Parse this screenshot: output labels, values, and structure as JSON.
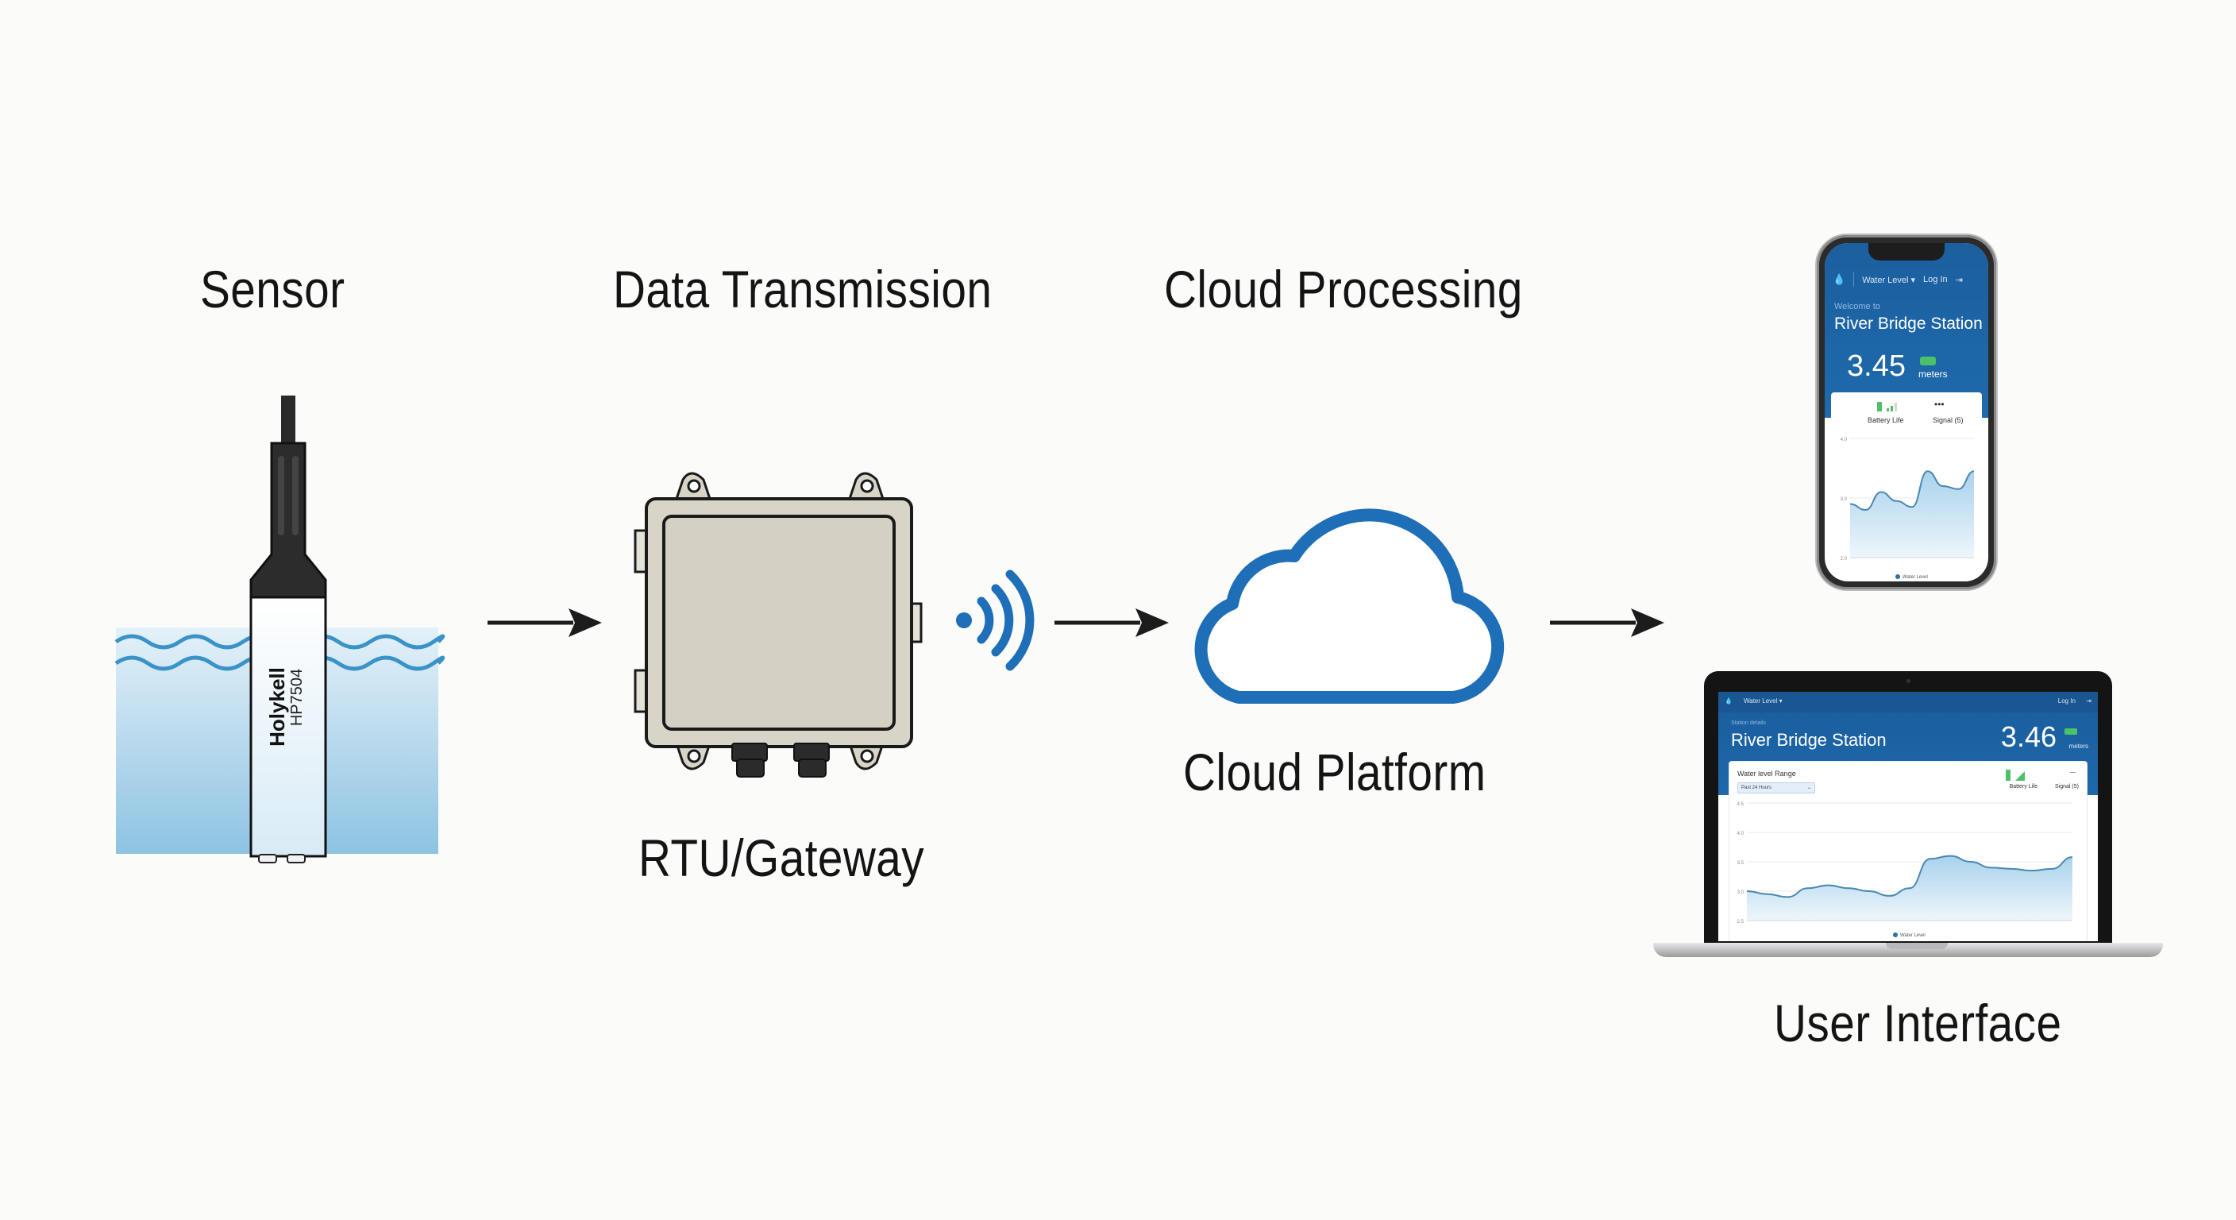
{
  "stages": {
    "sensor": {
      "title": "Sensor",
      "brand": "Holykell",
      "model": "HP7504"
    },
    "transmission": {
      "title": "Data Transmission",
      "device_label": "RTU/Gateway",
      "signal_icon": "wireless-signal-icon"
    },
    "cloud": {
      "title": "Cloud Processing",
      "platform_label": "Cloud Platform",
      "icon": "cloud-icon"
    },
    "ui": {
      "title": "User Interface"
    }
  },
  "colors": {
    "accent_blue": "#1e6fb8",
    "water_light": "#cfe6f3",
    "water_dark": "#8dc3e2",
    "wave": "#3a93c6",
    "arrow": "#1c1c1c",
    "enclosure": "#d8d4c8",
    "app_header": "#1d65a8",
    "battery_green": "#4cc16a"
  },
  "phone_app": {
    "nav_menu": "Water Level ▾",
    "nav_login": "Log In",
    "welcome": "Welcome to",
    "station": "River Bridge Station",
    "value": "3.45",
    "unit": "meters",
    "battery_label": "Battery Life",
    "signal_label": "Signal (5)",
    "legend": "Water Level"
  },
  "laptop_app": {
    "nav_menu": "Water Level ▾",
    "nav_login": "Log In",
    "subtitle": "Station details",
    "station": "River Bridge Station",
    "value": "3.46",
    "unit": "meters",
    "card_title": "Water level Range",
    "select_value": "Past 24 Hours",
    "battery_label": "Battery Life",
    "signal_label": "Signal (5)",
    "legend": "Water Level"
  },
  "chart_data": [
    {
      "type": "area",
      "title": "Water Level (phone)",
      "xlabel": "",
      "ylabel": "",
      "x": [
        0,
        1,
        2,
        3,
        4,
        5,
        6,
        7,
        8
      ],
      "values": [
        2.9,
        2.8,
        3.1,
        2.95,
        2.85,
        3.45,
        3.2,
        3.15,
        3.45
      ],
      "ylim": [
        2.0,
        4.0
      ],
      "yticks": [
        "2.0",
        "3.0",
        "4.0"
      ],
      "grid": true,
      "legend": [
        "Water Level"
      ],
      "legend_position": "bottom"
    },
    {
      "type": "area",
      "title": "Water level Range (laptop)",
      "xlabel": "",
      "ylabel": "",
      "x": [
        0,
        1,
        2,
        3,
        4,
        5,
        6,
        7,
        8,
        9,
        10,
        11,
        12,
        13,
        14,
        15,
        16
      ],
      "values": [
        3.0,
        2.95,
        2.9,
        3.05,
        3.1,
        3.05,
        3.0,
        2.92,
        3.05,
        3.55,
        3.6,
        3.5,
        3.4,
        3.38,
        3.35,
        3.38,
        3.58
      ],
      "ylim": [
        2.5,
        4.5
      ],
      "yticks": [
        "2.5",
        "3.0",
        "3.5",
        "4.0",
        "4.5"
      ],
      "grid": true,
      "legend": [
        "Water Level"
      ],
      "legend_position": "bottom"
    }
  ]
}
